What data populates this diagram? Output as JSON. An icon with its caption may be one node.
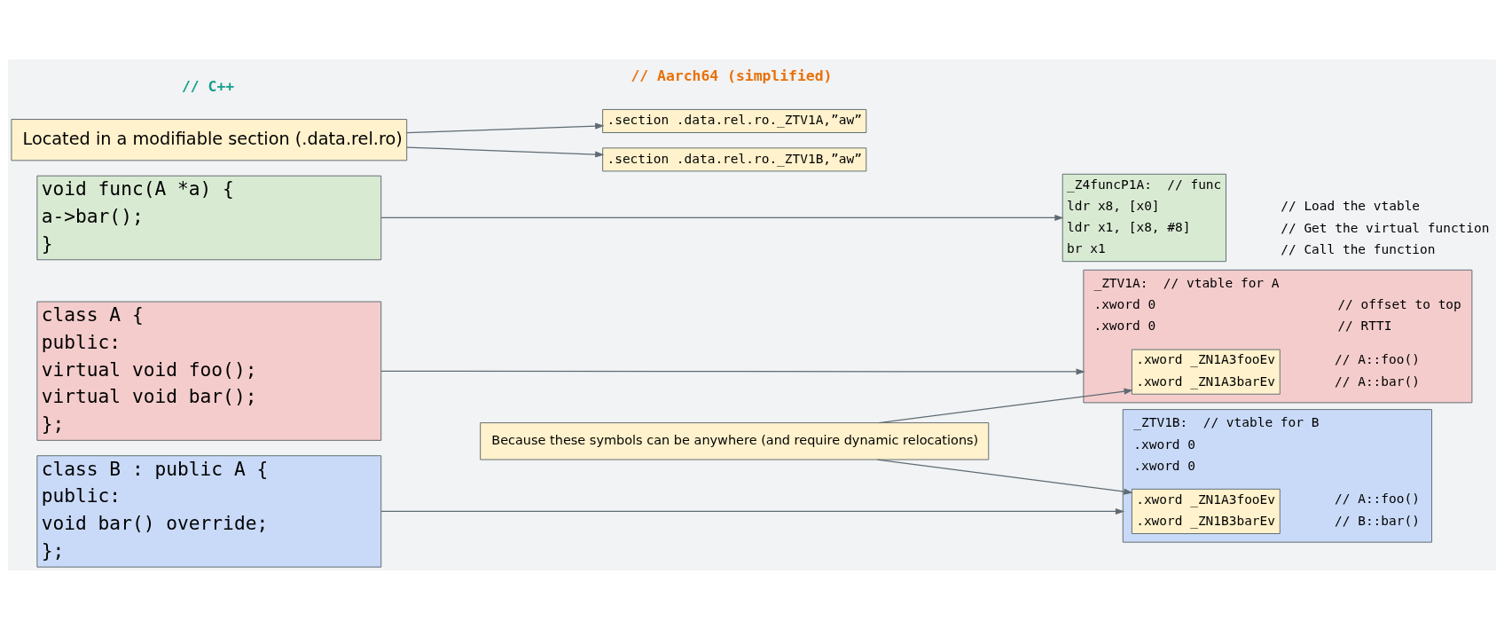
{
  "diagram": {
    "nodes": [
      {
        "text": [
          "class A {",
          "public:",
          "virtual void foo();",
          "virtual void bar();",
          "};"
        ]
      },
      {
        "text": [
          "class B : public A {",
          "public:",
          "void bar() override;",
          "};"
        ]
      },
      {
        "text": [
          "void func(A *a) {",
          "a->bar();",
          "}"
        ]
      },
      {
        "text": [
          "Located in a modifiable section (.data.rel.ro)"
        ]
      },
      {
        "text": [
          "Because these symbols can be anywhere (and require dynamic relocations)"
        ]
      },
      {
        "text": [
          ".section .data.rel.ro._ZTV1A,”aw”"
        ]
      },
      {
        "text": [
          "_ZTV1A:  // vtable for A",
          ".xword 0",
          ".xword 0"
        ],
        "beside": [
          "// offset to top",
          "// RTTI"
        ]
      },
      {
        "text": [
          ".xword _ZN1A3fooEv",
          ".xword _ZN1A3barEv"
        ],
        "in": 6,
        "beside": [
          "// A::foo()",
          "// A::bar()"
        ]
      },
      {
        "text": [
          ".section .data.rel.ro._ZTV1B,”aw”"
        ]
      },
      {
        "text": [
          "_ZTV1B:  // vtable for B",
          ".xword 0",
          ".xword 0"
        ]
      },
      {
        "text": [
          ".xword _ZN1A3fooEv",
          ".xword _ZN1B3barEv"
        ],
        "in": 9,
        "beside": [
          "// A::foo()",
          "// B::bar()"
        ]
      },
      {
        "text": [
          "_Z4funcP1A:  // func",
          "ldr x8, [x0]",
          "ldr x1, [x8, #8]",
          "br x1"
        ],
        "beside": [
          "// Load the vtable",
          "// Get the virtual function",
          "// Call the function"
        ]
      }
    ],
    "edges": [
      {
        "from": 0,
        "to": 6,
        "arrow": "to"
      },
      {
        "from": 3,
        "to": 5,
        "arrow": "to"
      },
      {
        "from": 3,
        "to": 8,
        "arrow": "to"
      },
      {
        "from": 1,
        "to": 9,
        "arrow": "to"
      },
      {
        "from": 4,
        "to": 7,
        "arrow": "to"
      },
      {
        "from": 4,
        "to": 10,
        "arrow": "to"
      },
      {
        "from": 2,
        "to": 11,
        "arrow": "to"
      }
    ],
    "labels": [
      "// Aarch64 (simplified)",
      "// C++"
    ]
  }
}
